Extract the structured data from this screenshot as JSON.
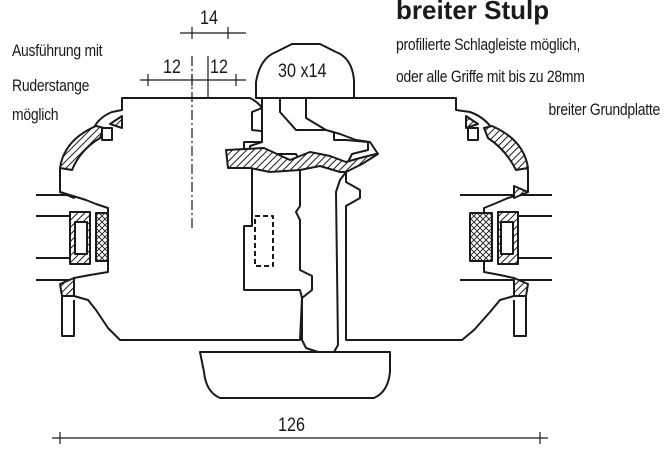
{
  "heading": "breiter Stulp",
  "note_left": {
    "line1": "Ausführung mit",
    "line2": "Ruderstange",
    "line3": "möglich"
  },
  "note_right": {
    "line1": "profilierte Schlagleiste möglich,",
    "line2": "oder alle Griffe mit bis zu 28mm",
    "line3": "breiter Grundplatte"
  },
  "dimensions": {
    "top": "14",
    "left_inner": "12",
    "right_inner": "12",
    "handle": "30 x14",
    "total": "126"
  },
  "colors": {
    "line": "#1a1a1a",
    "hatch": "#1a1a1a",
    "fill": "#ffffff"
  }
}
